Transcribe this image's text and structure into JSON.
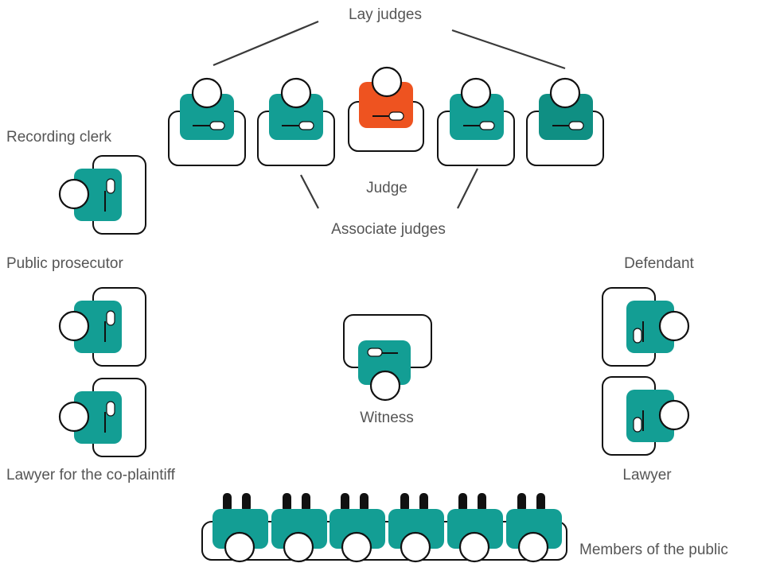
{
  "colors": {
    "teal": "#139e94",
    "teal_dark": "#0f8f83",
    "judge": "#ee5320",
    "outline": "#111111",
    "text": "#555555"
  },
  "labels": {
    "lay_judges": "Lay judges",
    "recording_clerk": "Recording clerk",
    "judge": "Judge",
    "associate_judges": "Associate judges",
    "public_prosecutor": "Public prosecutor",
    "defendant": "Defendant",
    "witness": "Witness",
    "lawyer_coplaintiff": "Lawyer for the co-plaintiff",
    "lawyer": "Lawyer",
    "members_public": "Members of the public"
  }
}
